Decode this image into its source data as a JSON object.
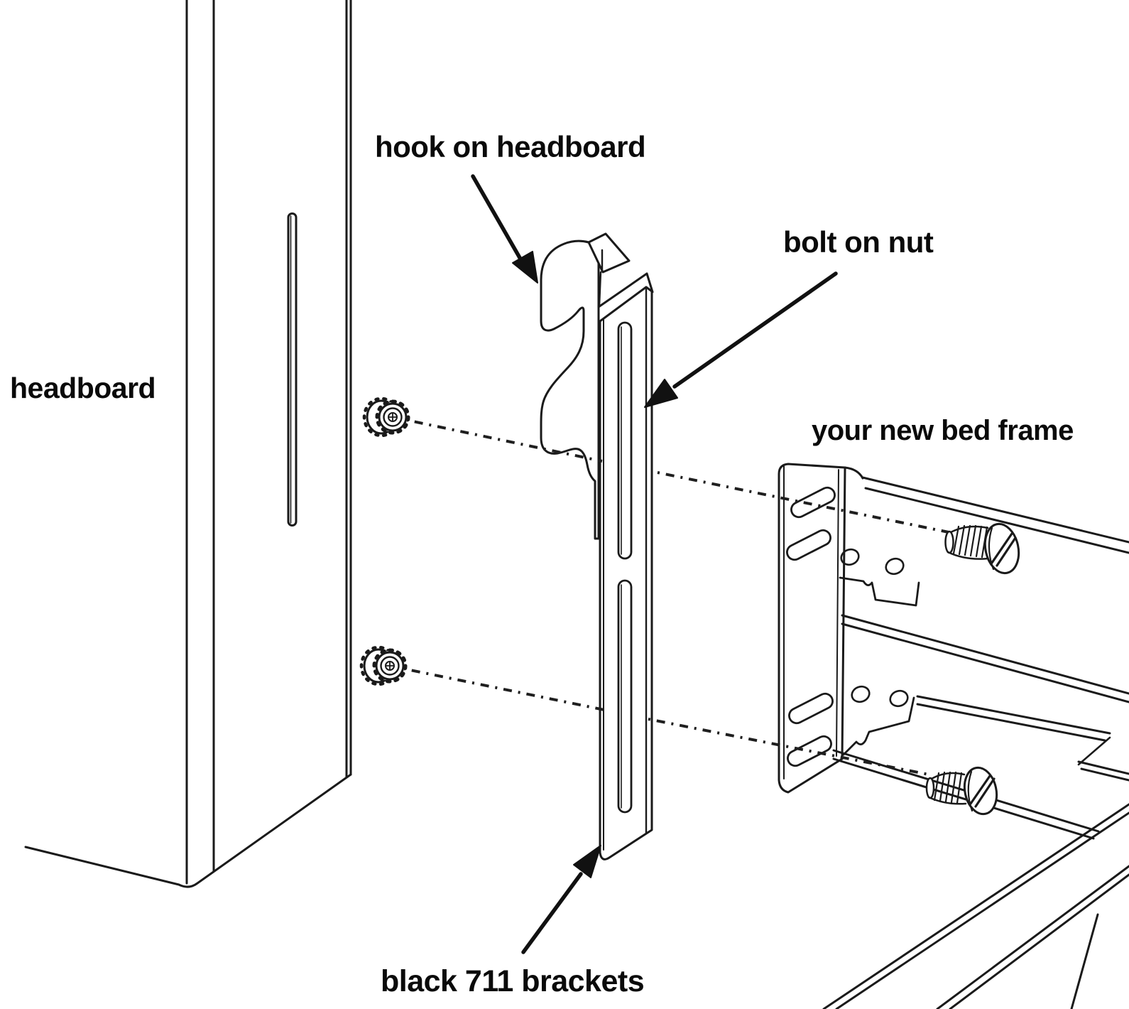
{
  "diagram": {
    "labels": {
      "headboard": "headboard",
      "hook_on_headboard": "hook on headboard",
      "bolt_on_nut": "bolt on nut",
      "your_new_bed_frame": "your new bed frame",
      "black_711_brackets": "black 711 brackets"
    },
    "colors": {
      "line": "#1a1a1a",
      "background": "#ffffff",
      "text": "#0a0a0a"
    },
    "parts": [
      "headboard post with vertical mounting slot",
      "hook plate (hook on headboard)",
      "black 711 bracket with two vertical slots",
      "upper wing nut",
      "lower wing nut",
      "upper bolt",
      "lower bolt",
      "bed frame end flange with four slotted holes",
      "side rail with mounting plates and holes",
      "cross rail and corner gusset"
    ],
    "arrows": [
      {
        "name": "hook-arrow",
        "points_to": "hook on headboard"
      },
      {
        "name": "bolt-arrow",
        "points_to": "bolt on nut"
      },
      {
        "name": "brackets-arrow",
        "points_to": "black 711 brackets"
      }
    ]
  }
}
